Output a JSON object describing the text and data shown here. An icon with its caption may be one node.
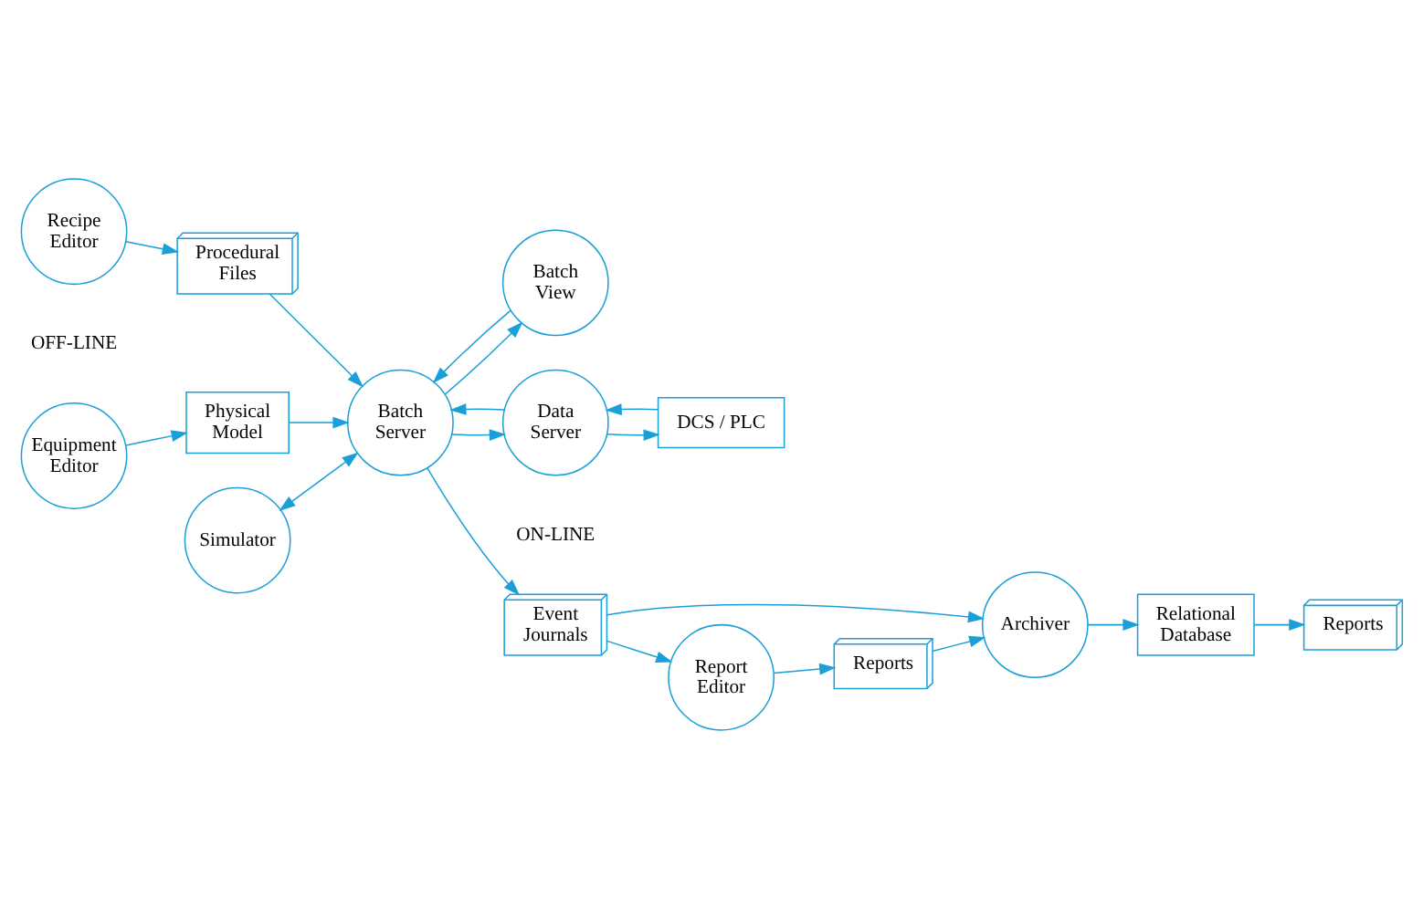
{
  "diagram": {
    "nodes": [
      {
        "text": [
          "Equipment Editor"
        ]
      },
      {
        "text": [
          "Physical Model"
        ]
      },
      {
        "text": [
          "Recipe Editor"
        ]
      },
      {
        "text": [
          "Procedural Files"
        ]
      },
      {
        "text": [
          "Simulator"
        ]
      },
      {
        "text": [
          "Batch View"
        ]
      },
      {
        "text": [
          "Batch Server"
        ]
      },
      {
        "text": [
          "Data Server"
        ]
      },
      {
        "text": [
          "DCS / PLC"
        ]
      },
      {
        "text": [
          "Event Journals"
        ]
      },
      {
        "text": [
          "Report Editor"
        ]
      },
      {
        "text": [
          "Reports"
        ]
      },
      {
        "text": [
          "Archiver"
        ]
      },
      {
        "text": [
          "Relational Database"
        ]
      },
      {
        "text": [
          "Reports"
        ]
      }
    ],
    "edges": [
      {
        "from": 0,
        "to": 1,
        "arrow": "to"
      },
      {
        "from": 1,
        "to": 6,
        "arrow": "to"
      },
      {
        "from": 2,
        "to": 3,
        "arrow": "to"
      },
      {
        "from": 3,
        "to": 6,
        "arrow": "to"
      },
      {
        "from": 4,
        "to": 6,
        "arrow": "both"
      },
      {
        "from": 6,
        "to": 5,
        "arrow": "to"
      },
      {
        "from": 5,
        "to": 6,
        "arrow": "to"
      },
      {
        "from": 6,
        "to": 7,
        "arrow": "to"
      },
      {
        "from": 7,
        "to": 6,
        "arrow": "to"
      },
      {
        "from": 7,
        "to": 8,
        "arrow": "to"
      },
      {
        "from": 8,
        "to": 7,
        "arrow": "to"
      },
      {
        "from": 6,
        "to": 9,
        "arrow": "to"
      },
      {
        "from": 9,
        "to": 12,
        "arrow": "to"
      },
      {
        "from": 9,
        "to": 10,
        "arrow": "to"
      },
      {
        "from": 10,
        "to": 11,
        "arrow": "to"
      },
      {
        "from": 11,
        "to": 12,
        "arrow": "to"
      },
      {
        "from": 12,
        "to": 13,
        "arrow": "to"
      },
      {
        "from": 13,
        "to": 14,
        "arrow": "to"
      }
    ],
    "labels": [
      "OFF-LINE",
      "ON-LINE"
    ]
  }
}
